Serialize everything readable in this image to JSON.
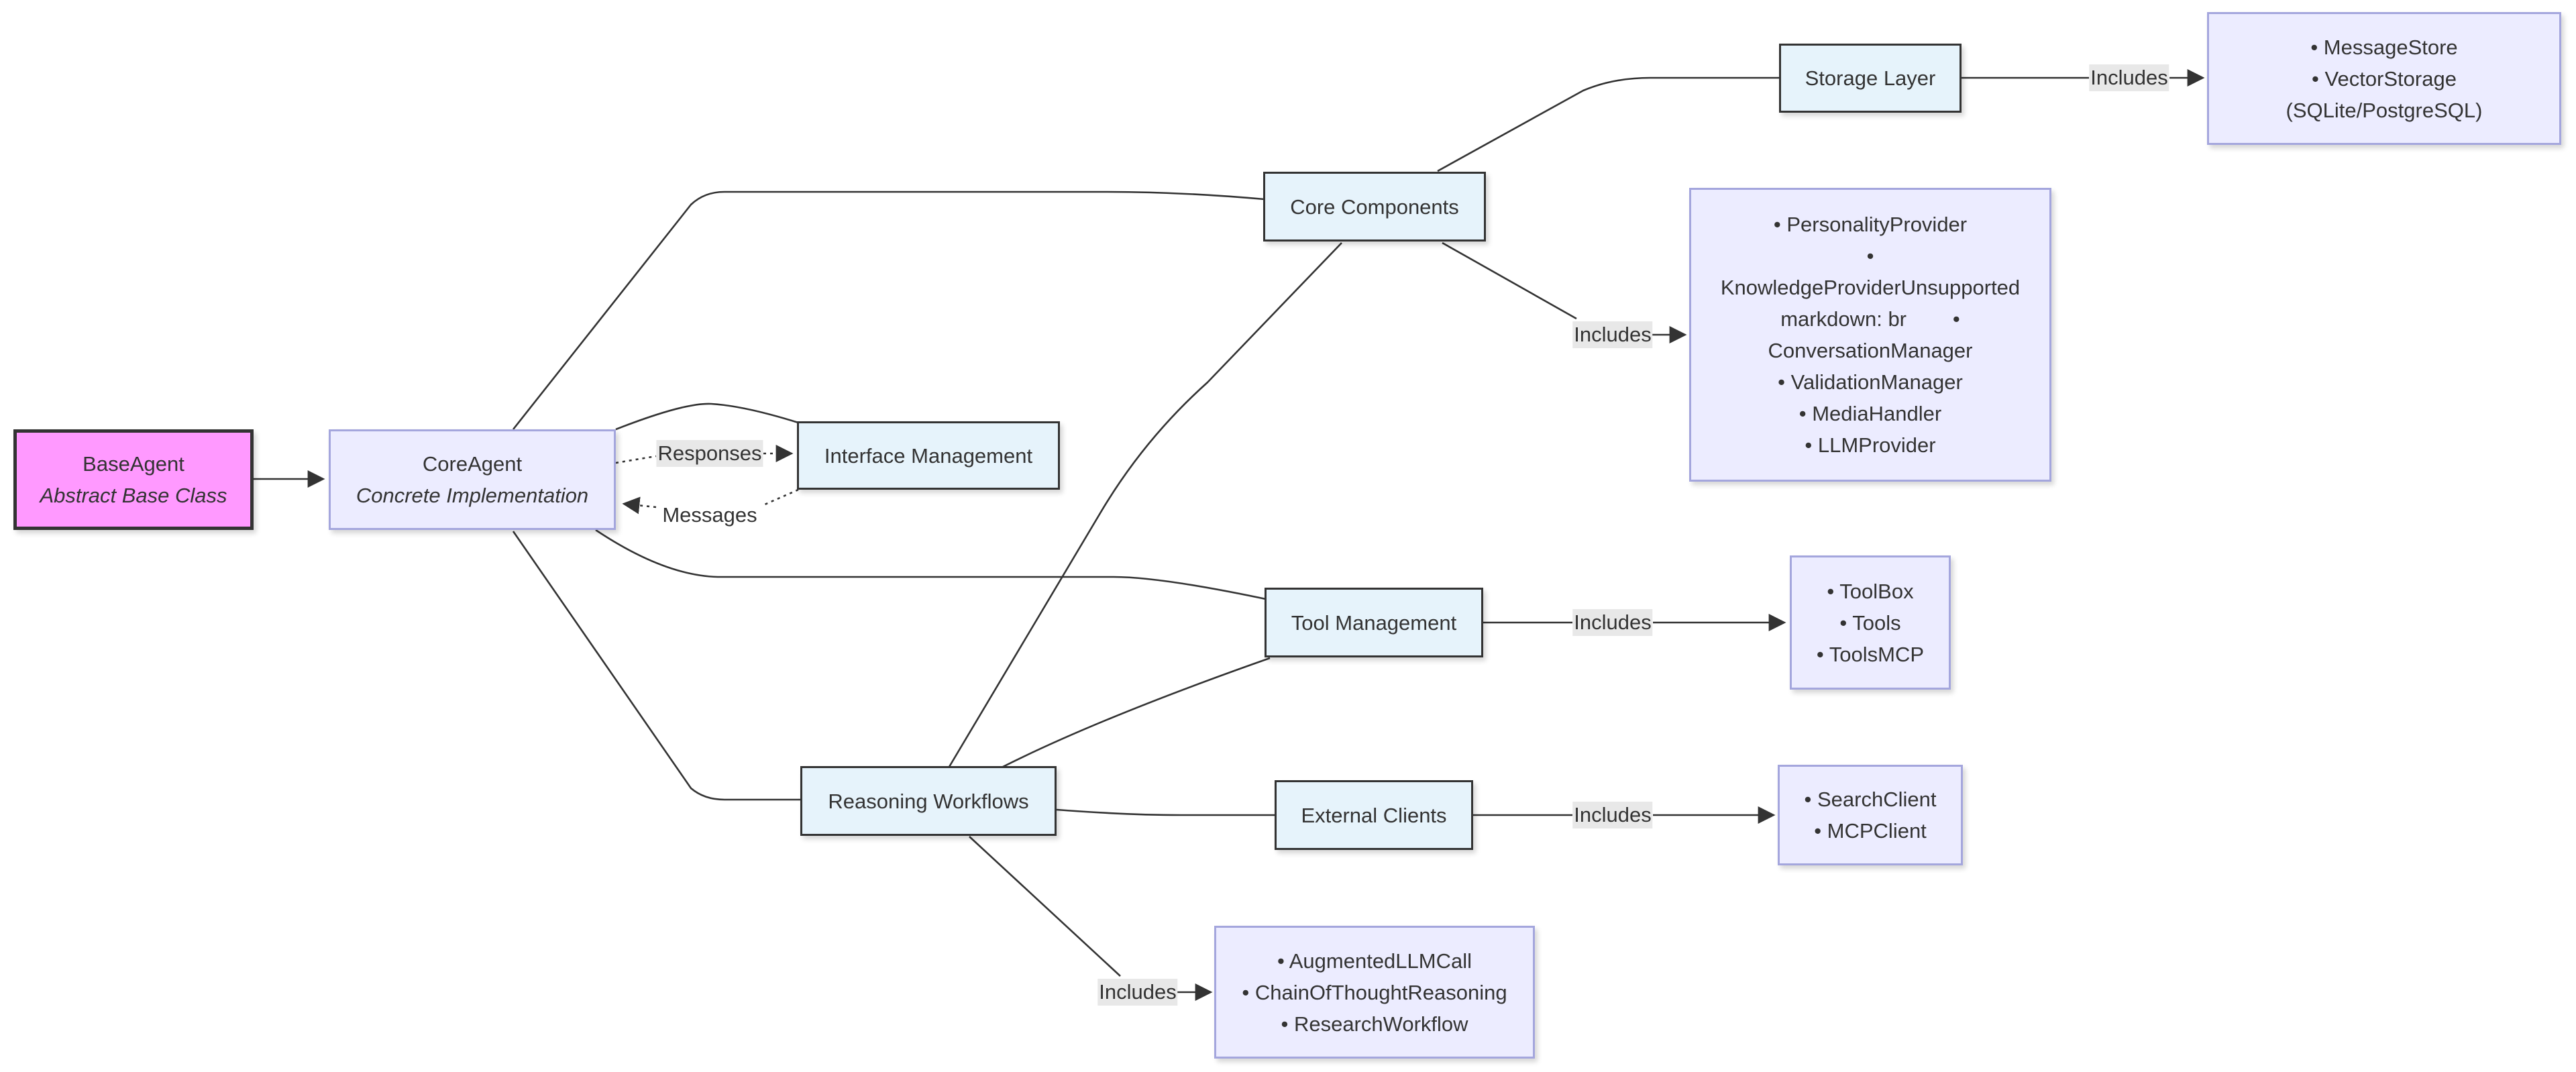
{
  "nodes": {
    "base": {
      "title": "BaseAgent",
      "subtitle": "Abstract Base Class"
    },
    "core": {
      "title": "CoreAgent",
      "subtitle": "Concrete Implementation"
    },
    "interface": {
      "label": "Interface Management"
    },
    "core_components": {
      "label": "Core Components"
    },
    "storage": {
      "label": "Storage Layer"
    },
    "storage_items": {
      "lines": [
        "• MessageStore",
        "• VectorStorage",
        "(SQLite/PostgreSQL)"
      ]
    },
    "core_items": {
      "lines": [
        "• PersonalityProvider",
        "•",
        "KnowledgeProviderUnsupported",
        "markdown: br        •",
        "ConversationManager",
        "• ValidationManager",
        "• MediaHandler",
        "• LLMProvider"
      ]
    },
    "tool": {
      "label": "Tool Management"
    },
    "tool_items": {
      "lines": [
        "• ToolBox",
        "• Tools",
        "• ToolsMCP"
      ]
    },
    "reasoning": {
      "label": "Reasoning Workflows"
    },
    "external": {
      "label": "External Clients"
    },
    "external_items": {
      "lines": [
        "• SearchClient",
        "• MCPClient"
      ]
    },
    "reasoning_items": {
      "lines": [
        "• AugmentedLLMCall",
        "• ChainOfThoughtReasoning",
        "• ResearchWorkflow"
      ]
    }
  },
  "edge_labels": {
    "responses": "Responses",
    "messages": "Messages",
    "includes_storage": "Includes",
    "includes_core": "Includes",
    "includes_tool": "Includes",
    "includes_external": "Includes",
    "includes_reasoning": "Includes"
  },
  "colors": {
    "base_fill": "#ff99ff",
    "node_fill": "#ececff",
    "component_fill": "#e6f3fb",
    "edge": "#333333",
    "label_bg": "#e8e8e8"
  }
}
